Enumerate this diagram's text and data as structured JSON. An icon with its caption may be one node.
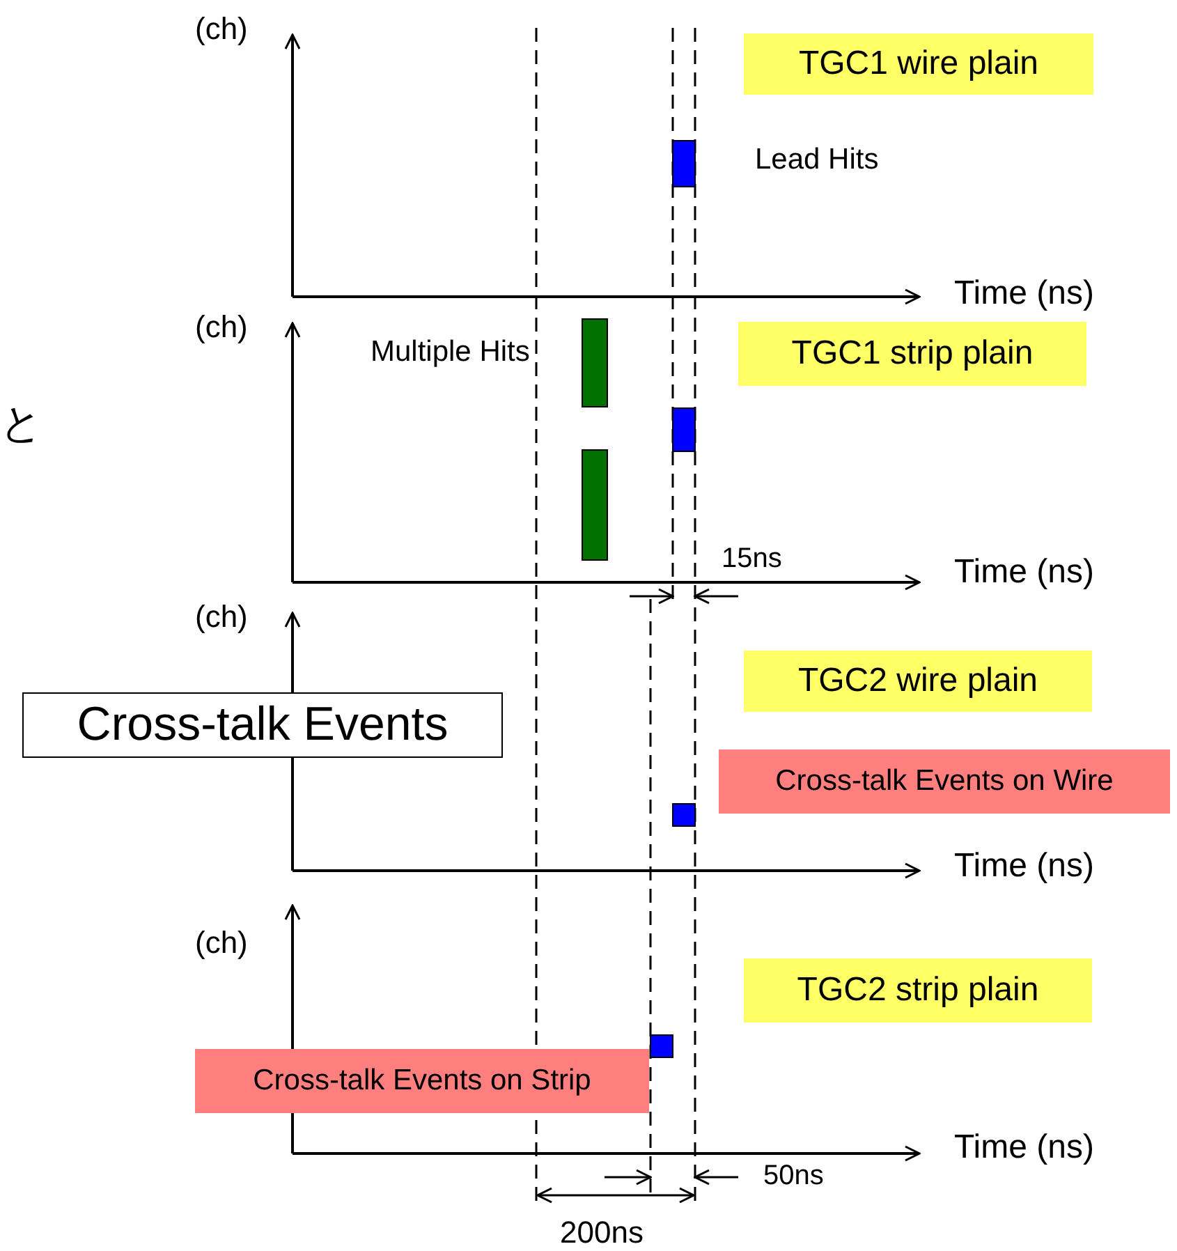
{
  "diagram": {
    "nodes": [
      {
        "text": [
          "TGC1 wire plain"
        ]
      },
      {
        "text": [
          "TGC1 strip plain"
        ]
      },
      {
        "text": [
          "TGC2 wire plain"
        ]
      },
      {
        "text": [
          "Cross-talk Events"
        ]
      },
      {
        "text": [
          "Cross-talk Events on Wire"
        ]
      },
      {
        "text": [
          "TGC2 strip plain"
        ]
      },
      {
        "text": [
          "Cross-talk Events on Strip"
        ]
      }
    ],
    "labels": [
      "(ch)",
      "Lead Hits",
      "Time (ns)",
      "(ch)",
      "Multiple Hits",
      "と",
      "Time (ns)",
      "15ns",
      "(ch)",
      "Time (ns)",
      "(ch)",
      "Time (ns)",
      "50ns",
      "200ns"
    ]
  }
}
